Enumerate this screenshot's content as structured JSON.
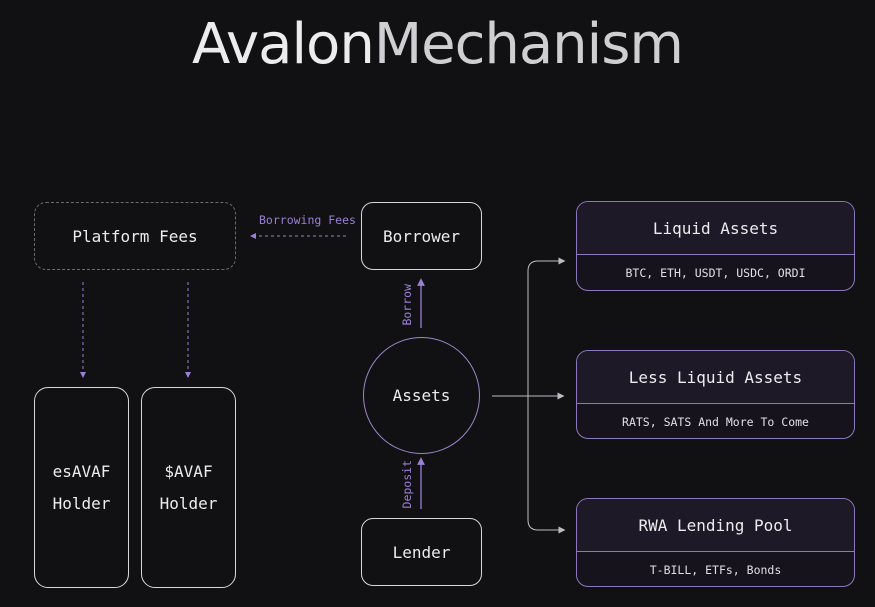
{
  "title": {
    "word1": "Avalon",
    "word2": "Mechanism"
  },
  "nodes": {
    "platform_fees": "Platform Fees",
    "borrower": "Borrower",
    "assets": "Assets",
    "lender": "Lender",
    "esavaf_holder": {
      "line1": "esAVAF",
      "line2": "Holder"
    },
    "savaf_holder": {
      "line1": "$AVAF",
      "line2": "Holder"
    }
  },
  "edge_labels": {
    "borrowing_fees": "Borrowing Fees",
    "borrow": "Borrow",
    "deposit": "Deposit"
  },
  "asset_classes": [
    {
      "title": "Liquid Assets",
      "items": "BTC, ETH, USDT, USDC, ORDI"
    },
    {
      "title": "Less Liquid Assets",
      "items": "RATS, SATS And More To Come"
    },
    {
      "title": "RWA Lending Pool",
      "items": "T-BILL, ETFs, Bonds"
    }
  ],
  "colors": {
    "background": "#111114",
    "node_border": "#d8d8dc",
    "accent_purple": "#9b7fd6",
    "asset_border": "#8c78bd"
  }
}
